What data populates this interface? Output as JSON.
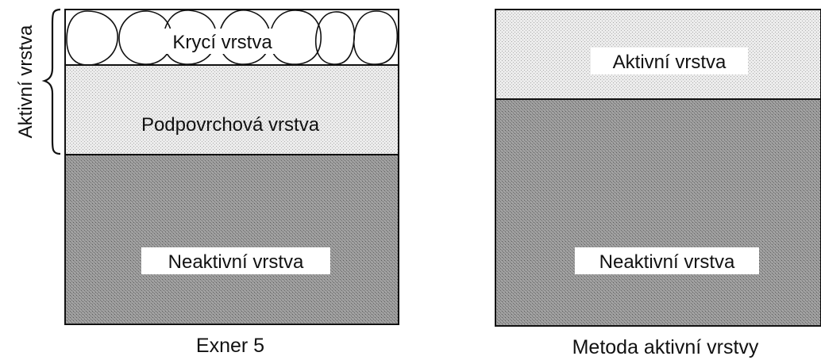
{
  "left_diagram": {
    "bracket_label": "Aktivní vrstva",
    "cover_layer_label": "Krycí vrstva",
    "subsurface_layer_label": "Podpovrchová vrstva",
    "inactive_layer_label": "Neaktivní vrstva",
    "caption": "Exner 5"
  },
  "right_diagram": {
    "active_layer_label": "Aktivní vrstva",
    "inactive_layer_label": "Neaktivní vrstva",
    "caption": "Metoda aktivní vrstvy"
  },
  "colors": {
    "cover_fill": "#ffffff",
    "light_dot_fill": "#e4e4e4",
    "dark_dot_fill": "#8f8f8f",
    "outline": "#111111",
    "label_background": "#ffffff"
  }
}
